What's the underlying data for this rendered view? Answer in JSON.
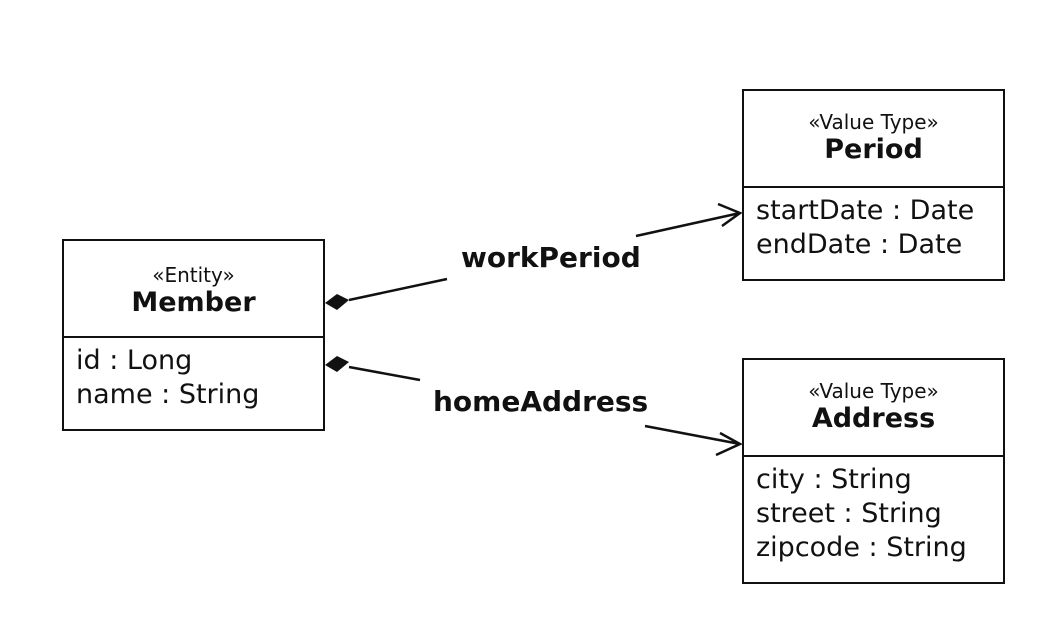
{
  "classes": {
    "member": {
      "stereotype": "«Entity»",
      "name": "Member",
      "attributes": [
        "id : Long",
        "name : String"
      ]
    },
    "period": {
      "stereotype": "«Value Type»",
      "name": "Period",
      "attributes": [
        "startDate : Date",
        "endDate : Date"
      ]
    },
    "address": {
      "stereotype": "«Value Type»",
      "name": "Address",
      "attributes": [
        "city : String",
        "street : String",
        "zipcode : String"
      ]
    }
  },
  "associations": {
    "work_period": {
      "label": "workPeriod",
      "kind": "composition",
      "from": "Member",
      "to": "Period"
    },
    "home_address": {
      "label": "homeAddress",
      "kind": "composition",
      "from": "Member",
      "to": "Address"
    }
  },
  "colors": {
    "line": "#111111",
    "background": "#ffffff"
  }
}
